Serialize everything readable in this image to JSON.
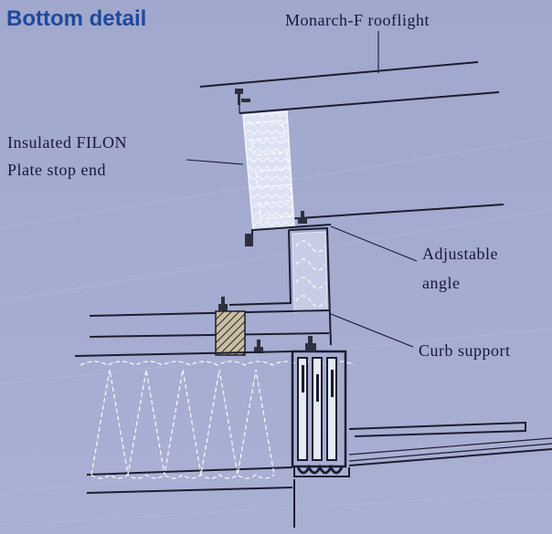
{
  "title": "Bottom detail",
  "labels": {
    "rooflight": "Monarch-F rooflight",
    "stop_end_line1": "Insulated FILON",
    "stop_end_line2": "Plate stop end",
    "angle_line1": "Adjustable",
    "angle_line2": "angle",
    "curb": "Curb support"
  },
  "colors": {
    "title": "#1e4a9c",
    "background": "#a3aacf",
    "line": "#1b1d2e"
  }
}
